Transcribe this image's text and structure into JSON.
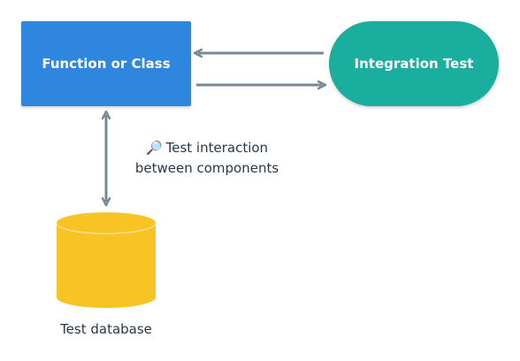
{
  "nodes": {
    "function_or_class": "Function or Class",
    "integration_test": "Integration Test",
    "test_database": "Test database"
  },
  "annotation": {
    "icon": "magnifier-icon",
    "glyph": "🔎",
    "line1": "Test interaction",
    "line2": "between components"
  },
  "colors": {
    "function_box": "#2e86de",
    "integration_pill": "#1aae9f",
    "database": "#f7c325",
    "arrow": "#788896",
    "text": "#293845"
  }
}
